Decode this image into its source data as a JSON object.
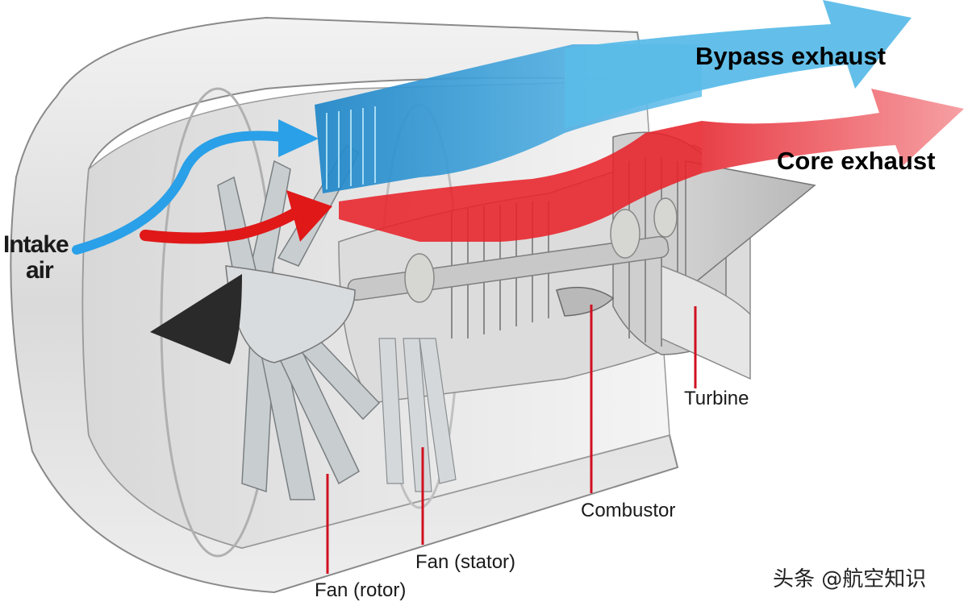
{
  "labels": {
    "intake_line1": "Intake",
    "intake_line2": "air",
    "bypass": "Bypass exhaust",
    "core": "Core exhaust",
    "turbine": "Turbine",
    "combustor": "Combustor",
    "fan_stator": "Fan (stator)",
    "fan_rotor": "Fan (rotor)"
  },
  "watermark": "头条 @航空知识",
  "colors": {
    "bypass_flow": "#3aa8e0",
    "core_flow": "#e8222a",
    "core_exhaust": "#f07078",
    "leader_line": "#d01020",
    "nacelle": "#e4e4e4",
    "spinner": "#2a2a2a"
  },
  "icons": {
    "intake_arrow_blue": "arrow-right",
    "intake_arrow_red": "arrow-right",
    "bypass_exhaust_arrow": "arrow-right",
    "core_exhaust_arrow": "arrow-right"
  }
}
